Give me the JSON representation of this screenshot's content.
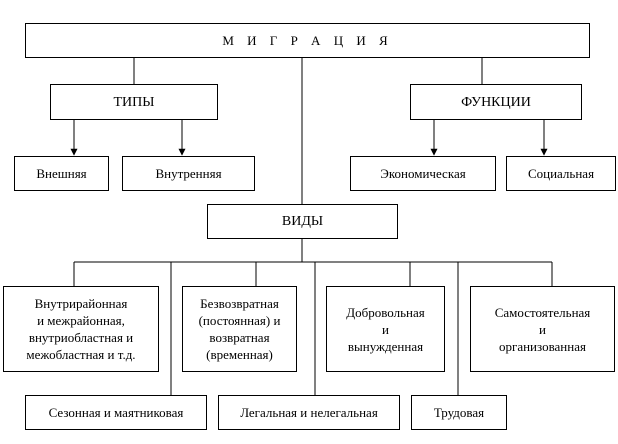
{
  "root": "М И Г Р А Ц И Я",
  "types": {
    "title": "ТИПЫ",
    "items": [
      "Внешняя",
      "Внутренняя"
    ]
  },
  "functions": {
    "title": "ФУНКЦИИ",
    "items": [
      "Экономическая",
      "Социальная"
    ]
  },
  "kinds": {
    "title": "ВИДЫ",
    "upper": [
      "Внутрирайонная\nи межрайонная,\nвнутриобластная и\nмежобластная и т.д.",
      "Безвозвратная\n(постоянная) и\nвозвратная\n(временная)",
      "Добровольная\nи\nвынужденная",
      "Самостоятельная\nи\nорганизованная"
    ],
    "lower": [
      "Сезонная и маятниковая",
      "Легальная и нелегальная",
      "Трудовая"
    ]
  }
}
